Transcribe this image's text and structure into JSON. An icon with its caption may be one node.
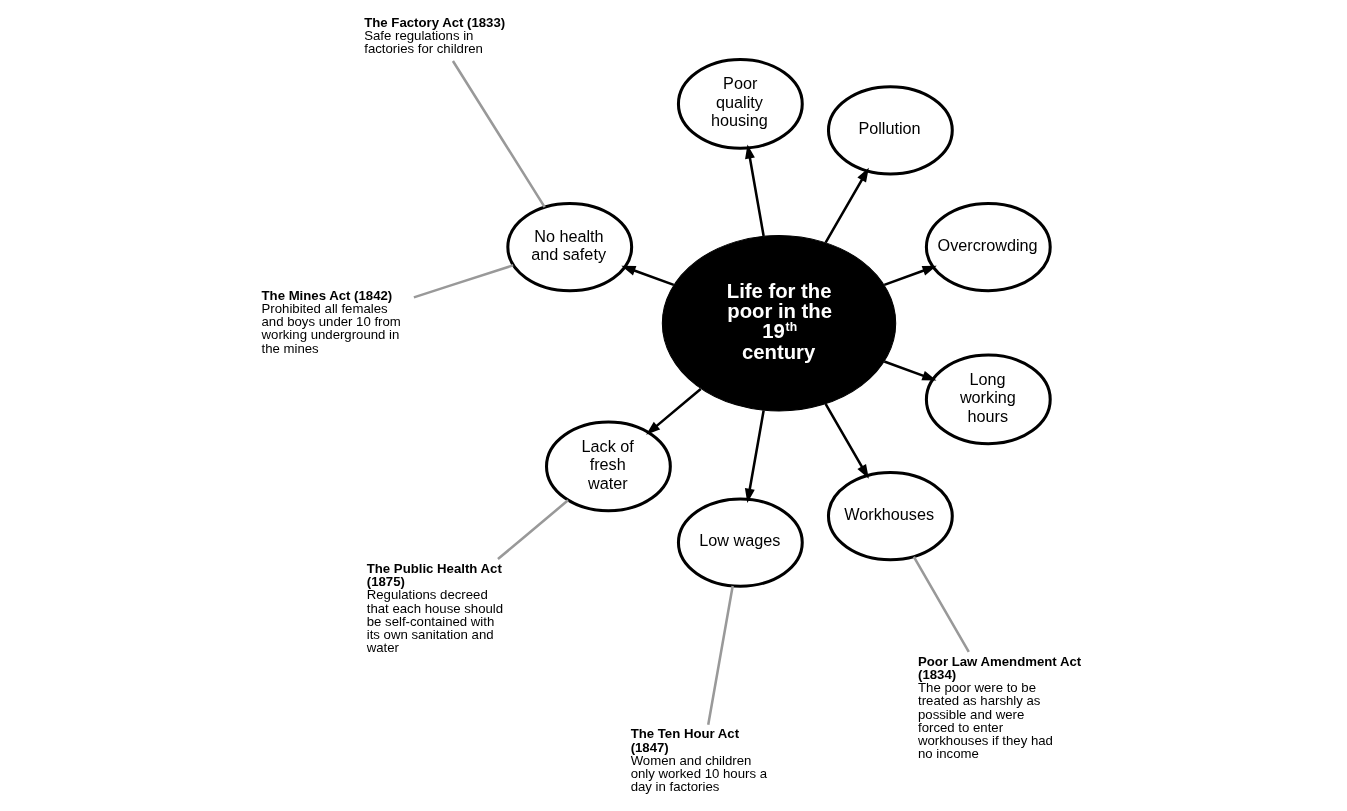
{
  "diagram": {
    "nodes": [
      {
        "text": [
          "Life for the poor in the 19$^{th}$ century"
        ]
      },
      {
        "text": [
          "Overcrowding"
        ]
      },
      {
        "text": [
          "Pollution"
        ]
      },
      {
        "text": [
          "Poor quality housing"
        ]
      },
      {
        "text": [
          "No health and safety"
        ]
      },
      {
        "text": [
          "Lack of fresh water"
        ]
      },
      {
        "text": [
          "Low wages"
        ]
      },
      {
        "text": [
          "Workhouses"
        ]
      },
      {
        "text": [
          "Long working hours"
        ]
      },
      {
        "text": [
          "The Factory Act (1833)",
          "Safe regulations in factories for children"
        ]
      },
      {
        "text": [
          "The Public Health Act (1875)",
          "Regulations decreed that each house should be self-contained with its own sanitation and water"
        ]
      },
      {
        "text": [
          "The Mines Act (1842)",
          "Prohibited all females and boys under 10 from working underground in the mines"
        ]
      },
      {
        "text": [
          "The Ten Hour Act (1847)",
          "Women and children only worked 10 hours a day in factories"
        ]
      },
      {
        "text": [
          "Poor Law Amendment Act (1834)",
          "The poor were to be treated as harshly as possible and were forced to enter workhouses if they had no income"
        ]
      }
    ],
    "edges": [
      {
        "from": 0,
        "to": 1,
        "arrow": "to"
      },
      {
        "from": 0,
        "to": 2,
        "arrow": "to"
      },
      {
        "from": 0,
        "to": 3,
        "arrow": "to"
      },
      {
        "from": 0,
        "to": 4,
        "arrow": "to"
      },
      {
        "from": 0,
        "to": 5,
        "arrow": "to"
      },
      {
        "from": 0,
        "to": 6,
        "arrow": "to"
      },
      {
        "from": 0,
        "to": 7,
        "arrow": "to"
      },
      {
        "from": 0,
        "to": 8,
        "arrow": "to"
      },
      {
        "from": 9,
        "to": 4,
        "arrow": "none",
        "color": "#999999"
      },
      {
        "from": 10,
        "to": 5,
        "arrow": "none",
        "color": "#999999"
      },
      {
        "from": 11,
        "to": 4,
        "arrow": "none",
        "color": "#999999"
      },
      {
        "from": 12,
        "to": 6,
        "arrow": "none",
        "color": "#999999"
      },
      {
        "from": 13,
        "to": 7,
        "arrow": "none",
        "color": "#999999"
      }
    ]
  }
}
